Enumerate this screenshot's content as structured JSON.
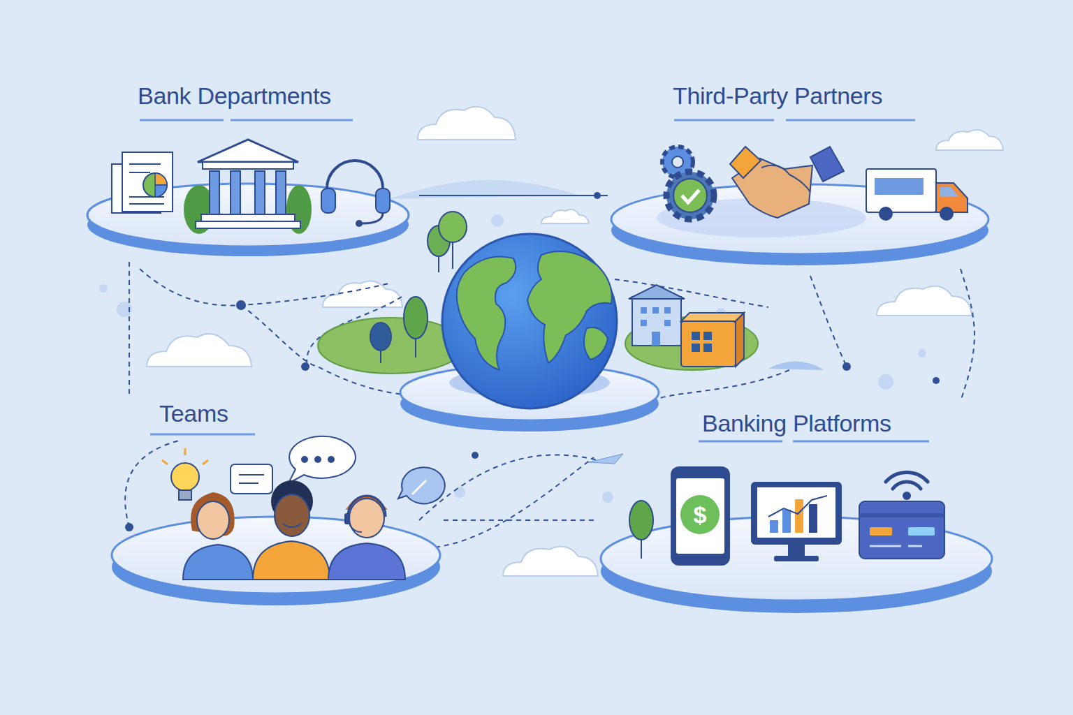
{
  "diagram": {
    "nodes": [
      {
        "text": [
          "Bank Departments"
        ]
      },
      {
        "text": [
          "Third-Party Partners"
        ]
      },
      {
        "text": [
          "Teams"
        ]
      },
      {
        "text": [
          "Banking Platforms"
        ]
      }
    ],
    "edges": [
      {
        "from": 0,
        "to": 1,
        "arrow": "none"
      },
      {
        "from": 2,
        "to": 3,
        "arrow": "none"
      },
      {
        "from": 1,
        "to": 3,
        "arrow": "none"
      },
      {
        "from": 0,
        "to": 2,
        "arrow": "none"
      }
    ],
    "labels": [
      "$"
    ]
  }
}
